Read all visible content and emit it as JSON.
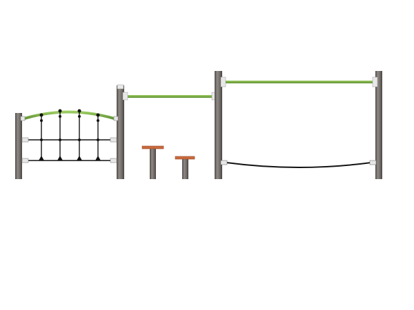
{
  "scene": {
    "background": "#ffffff",
    "colors": {
      "post": "#6f6a66",
      "post_light": "#8f8a85",
      "post_dark": "#4e4a47",
      "green_bar": "#7fb34a",
      "green_bar_dark": "#5f8f33",
      "rope": "#111111",
      "bracket": "#e8e8e8",
      "stepping_top": "#c96a3e",
      "stepping_top_dark": "#9a4a28"
    },
    "items": [
      "climbing-net-panel",
      "horizontal-bar-low",
      "stepping-stump-left",
      "stepping-stump-right",
      "horizontal-bar-high",
      "balance-rope"
    ]
  }
}
